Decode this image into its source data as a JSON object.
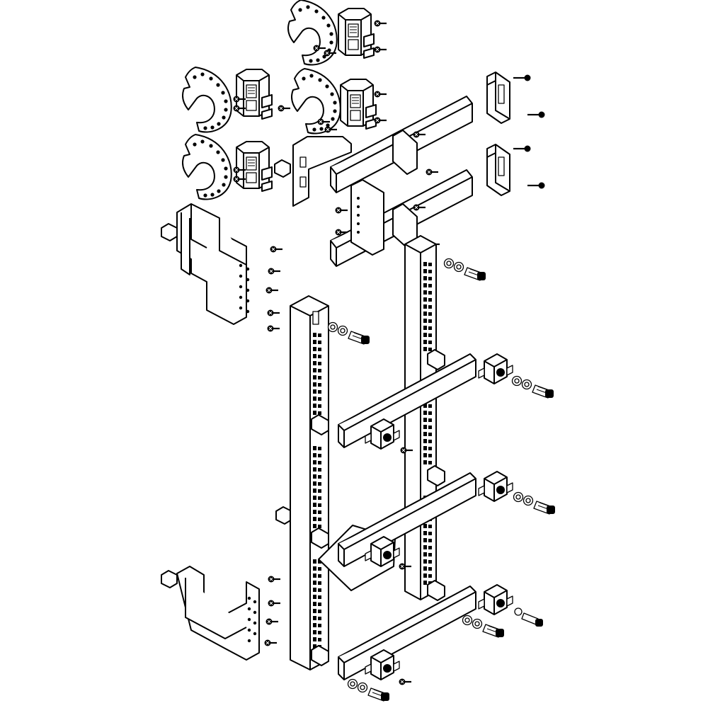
{
  "diagram": {
    "kind": "exploded-assembly-line-drawing",
    "background": "#ffffff",
    "line_color": "#000000",
    "parts": {
      "support_rails": 2,
      "busbars_horizontal": 3,
      "busbars_upper_angled": 2,
      "busbar_clamps": 6,
      "rail_clips": 2,
      "mounting_brackets": 3,
      "perforated_discs": 4,
      "terminal_blocks": 4,
      "hex_bolt_sets": 6,
      "screws": 30
    }
  }
}
